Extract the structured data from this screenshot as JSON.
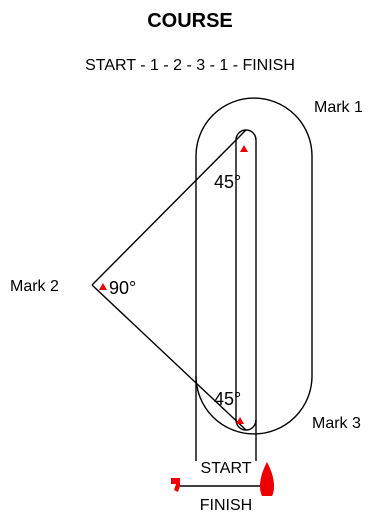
{
  "title": "COURSE",
  "route": "START - 1 - 2 - 3 - 1 - FINISH",
  "marks": {
    "mark1": "Mark 1",
    "mark2": "Mark 2",
    "mark3": "Mark 3"
  },
  "angles": {
    "top": "45°",
    "middle": "90°",
    "bottom": "45°"
  },
  "line_labels": {
    "start": "START",
    "finish": "FINISH"
  },
  "colors": {
    "line": "#000000",
    "mark": "#ee0000",
    "background": "#ffffff"
  }
}
